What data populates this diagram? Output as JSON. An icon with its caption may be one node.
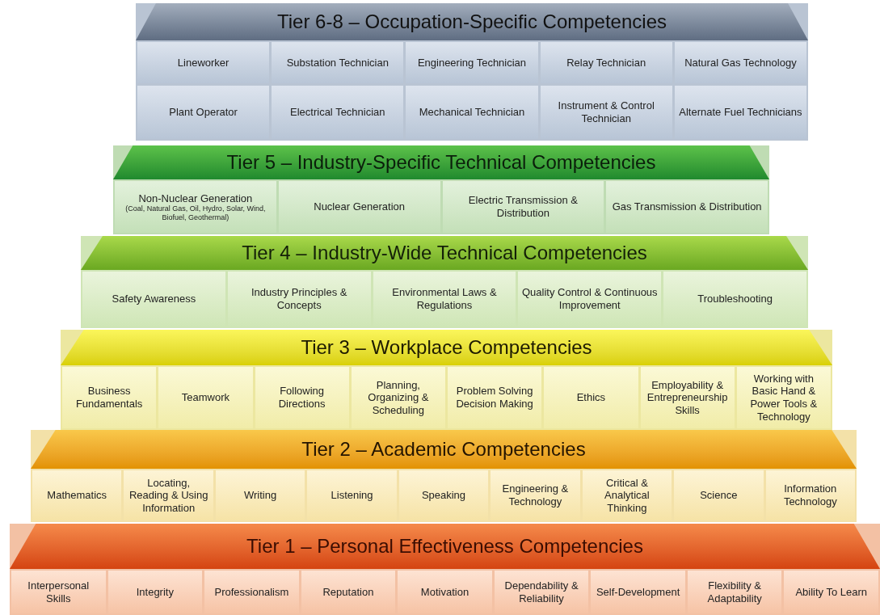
{
  "diagram": {
    "nodes": [
      {
        "text": [
          "Tier 6-8 – Occupation-Specific Competencies"
        ]
      },
      {
        "text": [
          "Lineworker"
        ],
        "in": 0
      },
      {
        "text": [
          "Substation Technician"
        ],
        "in": 0
      },
      {
        "text": [
          "Engineering Technician"
        ],
        "in": 0
      },
      {
        "text": [
          "Relay Technician"
        ],
        "in": 0
      },
      {
        "text": [
          "Natural Gas Technology"
        ],
        "in": 0
      },
      {
        "text": [
          "Plant Operator"
        ],
        "in": 0
      },
      {
        "text": [
          "Electrical Technician"
        ],
        "in": 0
      },
      {
        "text": [
          "Mechanical Technician"
        ],
        "in": 0
      },
      {
        "text": [
          "Instrument & Control Technician"
        ],
        "in": 0
      },
      {
        "text": [
          "Alternate Fuel Technicians"
        ],
        "in": 0
      },
      {
        "text": [
          "Tier 5 – Industry-Specific Technical Competencies"
        ]
      },
      {
        "text": [
          "Non-Nuclear Generation",
          "(Coal, Natural Gas, Oil, Hydro, Solar, Wind, Biofuel, Geothermal)"
        ],
        "in": 11
      },
      {
        "text": [
          "Nuclear Generation"
        ],
        "in": 11
      },
      {
        "text": [
          "Electric Transmission & Distribution"
        ],
        "in": 11
      },
      {
        "text": [
          "Gas Transmission & Distribution"
        ],
        "in": 11
      },
      {
        "text": [
          "Tier 4 – Industry-Wide Technical Competencies"
        ]
      },
      {
        "text": [
          "Safety Awareness"
        ],
        "in": 16
      },
      {
        "text": [
          "Industry Principles & Concepts"
        ],
        "in": 16
      },
      {
        "text": [
          "Environmental Laws & Regulations"
        ],
        "in": 16
      },
      {
        "text": [
          "Quality Control & Continuous Improvement"
        ],
        "in": 16
      },
      {
        "text": [
          "Troubleshooting"
        ],
        "in": 16
      },
      {
        "text": [
          "Tier 3 – Workplace Competencies"
        ]
      },
      {
        "text": [
          "Business Fundamentals"
        ],
        "in": 22
      },
      {
        "text": [
          "Teamwork"
        ],
        "in": 22
      },
      {
        "text": [
          "Following Directions"
        ],
        "in": 22
      },
      {
        "text": [
          "Planning, Organizing & Scheduling"
        ],
        "in": 22
      },
      {
        "text": [
          "Problem Solving Decision Making"
        ],
        "in": 22
      },
      {
        "text": [
          "Ethics"
        ],
        "in": 22
      },
      {
        "text": [
          "Employability & Entrepreneurship Skills"
        ],
        "in": 22
      },
      {
        "text": [
          "Working with Basic Hand & Power Tools & Technology"
        ],
        "in": 22
      },
      {
        "text": [
          "Tier 2 – Academic Competencies"
        ]
      },
      {
        "text": [
          "Mathematics"
        ],
        "in": 31
      },
      {
        "text": [
          "Locating, Reading & Using Information"
        ],
        "in": 31
      },
      {
        "text": [
          "Writing"
        ],
        "in": 31
      },
      {
        "text": [
          "Listening"
        ],
        "in": 31
      },
      {
        "text": [
          "Speaking"
        ],
        "in": 31
      },
      {
        "text": [
          "Engineering & Technology"
        ],
        "in": 31
      },
      {
        "text": [
          "Critical & Analytical Thinking"
        ],
        "in": 31
      },
      {
        "text": [
          "Science"
        ],
        "in": 31
      },
      {
        "text": [
          "Information Technology"
        ],
        "in": 31
      },
      {
        "text": [
          "Tier 1 – Personal Effectiveness Competencies"
        ]
      },
      {
        "text": [
          "Interpersonal Skills"
        ],
        "in": 41
      },
      {
        "text": [
          "Integrity"
        ],
        "in": 41
      },
      {
        "text": [
          "Professionalism"
        ],
        "in": 41
      },
      {
        "text": [
          "Reputation"
        ],
        "in": 41
      },
      {
        "text": [
          "Motivation"
        ],
        "in": 41
      },
      {
        "text": [
          "Dependability & Reliability"
        ],
        "in": 41
      },
      {
        "text": [
          "Self-Development"
        ],
        "in": 41
      },
      {
        "text": [
          "Flexibility & Adaptability"
        ],
        "in": 41
      },
      {
        "text": [
          "Ability To Learn"
        ],
        "in": 41
      }
    ]
  }
}
